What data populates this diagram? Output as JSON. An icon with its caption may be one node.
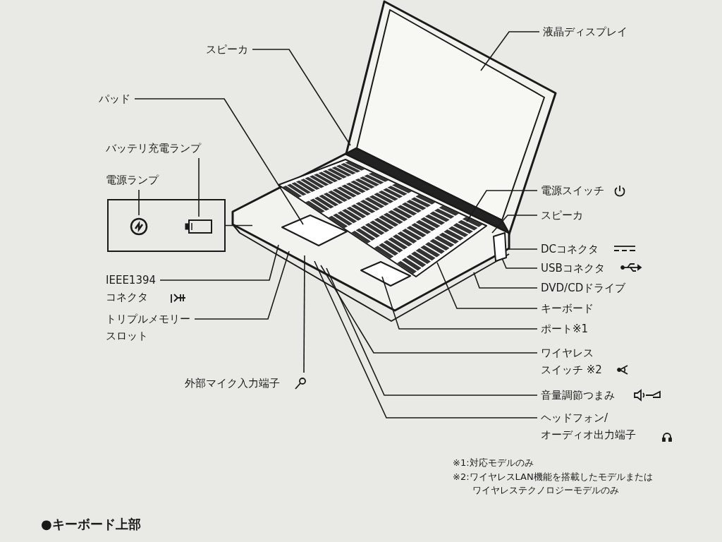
{
  "diagram": {
    "nodes": [
      {
        "text": [
          "液晶ディスプレイ"
        ]
      },
      {
        "text": [
          "スピーカ"
        ]
      },
      {
        "text": [
          "パッド"
        ]
      },
      {
        "text": [
          "バッテリ充電ランプ"
        ]
      },
      {
        "text": [
          "電源ランプ"
        ]
      },
      {
        "text": [],
        "shape": "box"
      },
      {
        "text": [],
        "shape": "picture",
        "in": 5
      },
      {
        "text": [],
        "shape": "battery",
        "in": 5
      },
      {
        "text": [
          "電源スイッチ"
        ]
      },
      {
        "text": [
          "スピーカ"
        ]
      },
      {
        "text": [
          "DCコネクタ"
        ]
      },
      {
        "text": [
          "USBコネクタ"
        ]
      },
      {
        "text": [
          "DVD/CDドライブ"
        ]
      },
      {
        "text": [
          "キーボード"
        ]
      },
      {
        "text": [
          "ポート※1"
        ]
      },
      {
        "text": [
          "IEEE1394コネクタ"
        ]
      },
      {
        "text": [
          "トリプルメモリースロット"
        ]
      },
      {
        "text": [
          "ワイヤレススイッチ ※2"
        ]
      },
      {
        "text": [
          "外部マイク入力端子"
        ]
      },
      {
        "text": [
          "音量調節つまみ"
        ]
      },
      {
        "text": [
          "ヘッドフォン/オーディオ出力端子"
        ]
      }
    ],
    "edges": [
      {
        "from": 0,
        "to": null,
        "arrow": "none"
      },
      {
        "from": 1,
        "to": null,
        "arrow": "none"
      },
      {
        "from": 2,
        "to": null,
        "arrow": "none"
      },
      {
        "from": 3,
        "to": 7,
        "arrow": "none"
      },
      {
        "from": 4,
        "to": 6,
        "arrow": "none"
      },
      {
        "from": 5,
        "to": null,
        "arrow": "none"
      },
      {
        "from": 8,
        "to": null,
        "arrow": "none"
      },
      {
        "from": 9,
        "to": null,
        "arrow": "none"
      },
      {
        "from": 10,
        "to": null,
        "arrow": "none"
      },
      {
        "from": 11,
        "to": null,
        "arrow": "none"
      },
      {
        "from": 12,
        "to": null,
        "arrow": "none"
      },
      {
        "from": 13,
        "to": null,
        "arrow": "none"
      },
      {
        "from": 14,
        "to": null,
        "arrow": "none"
      },
      {
        "from": 15,
        "to": null,
        "arrow": "none"
      },
      {
        "from": 16,
        "to": null,
        "arrow": "none"
      },
      {
        "from": 17,
        "to": null,
        "arrow": "none"
      },
      {
        "from": 18,
        "to": null,
        "arrow": "none"
      },
      {
        "from": 19,
        "to": null,
        "arrow": "none"
      },
      {
        "from": 20,
        "to": null,
        "arrow": "none"
      }
    ],
    "labels": [
      "※1:対応モデルのみ",
      "※2:ワイヤレスLAN機能を搭載したモデルまたはワイヤレステクノロジーモデルのみ",
      "●キーボード上部"
    ]
  }
}
